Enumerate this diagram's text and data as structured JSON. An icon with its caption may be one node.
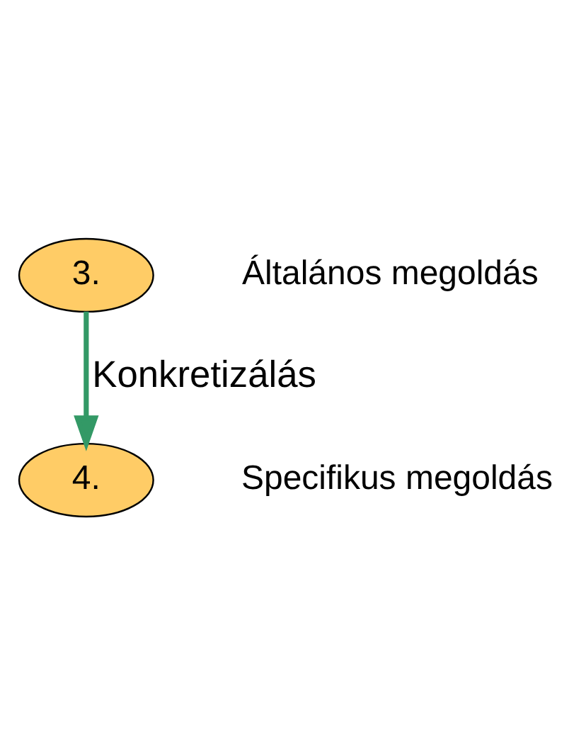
{
  "diagram": {
    "nodes": [
      {
        "text": [
          "3."
        ],
        "beside": [
          "Általános megoldás"
        ]
      },
      {
        "text": [
          "4."
        ],
        "beside": [
          "Specifikus megoldás"
        ]
      }
    ],
    "edges": [
      {
        "from": 0,
        "to": 1,
        "arrow": "to",
        "label": "Konkretizálás",
        "color": "#339966"
      }
    ]
  }
}
